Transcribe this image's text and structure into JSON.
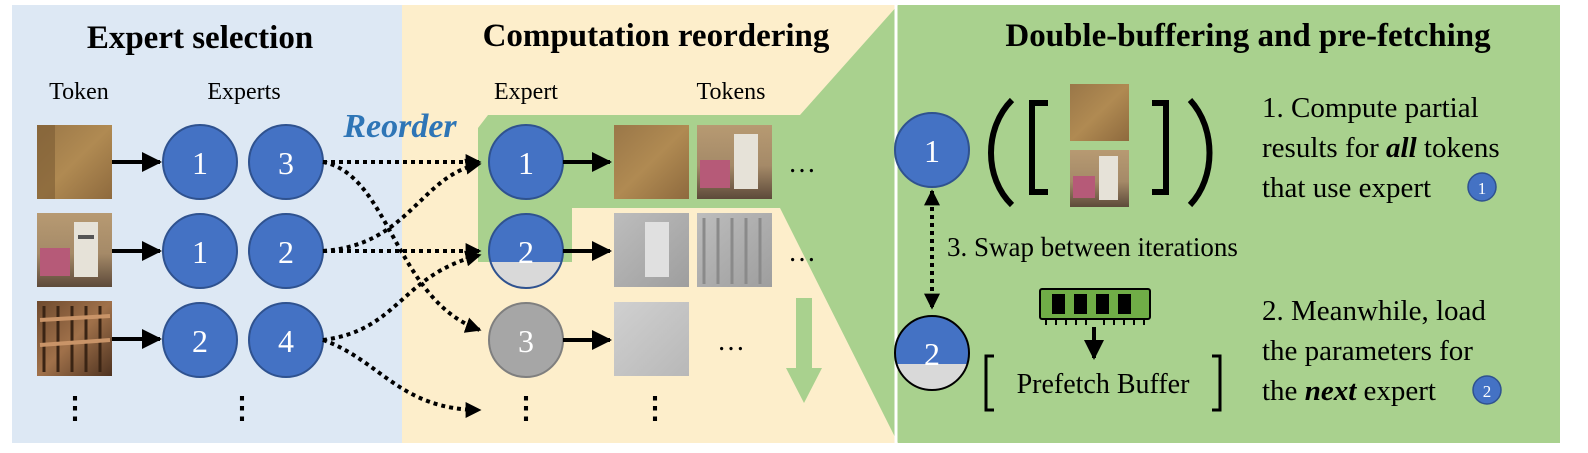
{
  "panels": {
    "selection": {
      "title": "Expert selection",
      "col_token": "Token",
      "col_experts": "Experts",
      "rows": [
        {
          "token": "wall",
          "experts": [
            "1",
            "3"
          ]
        },
        {
          "token": "shelf",
          "experts": [
            "1",
            "2"
          ]
        },
        {
          "token": "chairs",
          "experts": [
            "2",
            "4"
          ]
        }
      ],
      "ellipsis": "⋮"
    },
    "reordering": {
      "title": "Computation reordering",
      "reorder_label": "Reorder",
      "col_expert": "Expert",
      "col_tokens": "Tokens",
      "experts": [
        "1",
        "2",
        "3"
      ],
      "dots": "…",
      "ellipsis": "⋮"
    },
    "buffering": {
      "title": "Double-buffering and pre-fetching",
      "expert_a": "1",
      "expert_b": "2",
      "swap_text": "3. Swap between iterations",
      "prefetch_buffer": "Prefetch Buffer",
      "step1": {
        "line1": "1. Compute partial",
        "line2_pre": "results for ",
        "line2_em": "all",
        "line2_post": " tokens",
        "line3": "that use expert",
        "badge": "1"
      },
      "step2": {
        "line1": "2. Meanwhile, load",
        "line2": "the parameters for",
        "line3_pre": "the ",
        "line3_em": "next",
        "line3_post": " expert",
        "badge": "2"
      }
    }
  },
  "colors": {
    "blue_panel": "#dde8f4",
    "yellow_panel": "#fdeecb",
    "green_panel": "#a9d18e",
    "expert_blue": "#4472c4",
    "expert_gray": "#a6a6a6",
    "reorder_text": "#2e75b6",
    "arrow_green": "#a9d18e"
  }
}
